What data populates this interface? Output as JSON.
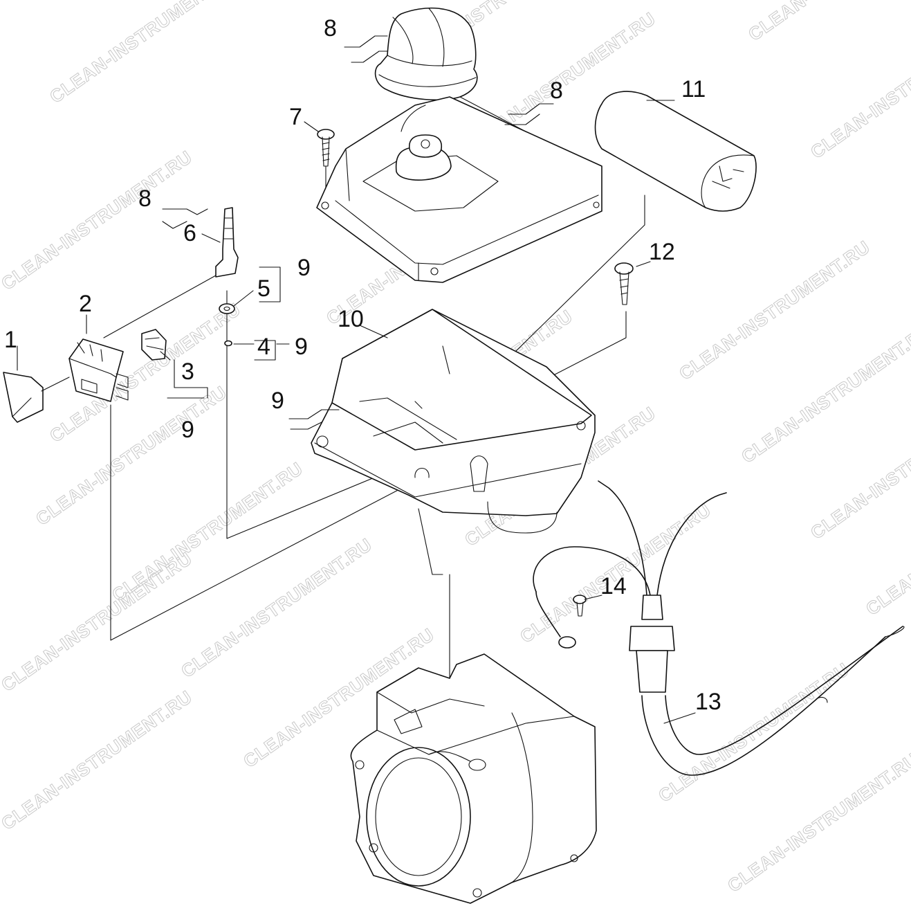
{
  "watermark": "CLEAN-INSTRUMENT.RU",
  "callouts": [
    {
      "id": "1",
      "text": "1"
    },
    {
      "id": "2",
      "text": "2"
    },
    {
      "id": "3",
      "text": "3"
    },
    {
      "id": "3b",
      "text": "9"
    },
    {
      "id": "4",
      "text": "4"
    },
    {
      "id": "4b",
      "text": "9"
    },
    {
      "id": "5",
      "text": "5"
    },
    {
      "id": "5b",
      "text": "9"
    },
    {
      "id": "6",
      "text": "6"
    },
    {
      "id": "6b",
      "text": "8"
    },
    {
      "id": "7",
      "text": "7"
    },
    {
      "id": "8a",
      "text": "8"
    },
    {
      "id": "8b",
      "text": "8"
    },
    {
      "id": "9",
      "text": "9"
    },
    {
      "id": "10",
      "text": "10"
    },
    {
      "id": "11",
      "text": "11"
    },
    {
      "id": "12",
      "text": "12"
    },
    {
      "id": "13",
      "text": "13"
    },
    {
      "id": "14",
      "text": "14"
    }
  ]
}
